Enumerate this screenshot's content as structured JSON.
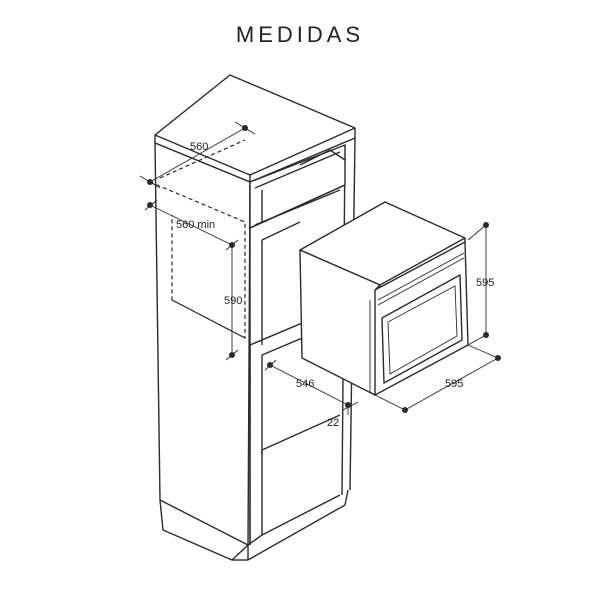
{
  "title": "MEDIDAS",
  "dimensions": {
    "cabinet_width": "560",
    "cabinet_depth_min": "560 min",
    "niche_height": "590",
    "oven_depth": "546",
    "front_thickness": "22",
    "oven_width": "595",
    "oven_height": "595"
  },
  "colors": {
    "line": "#2b2b2b",
    "background": "#ffffff"
  }
}
